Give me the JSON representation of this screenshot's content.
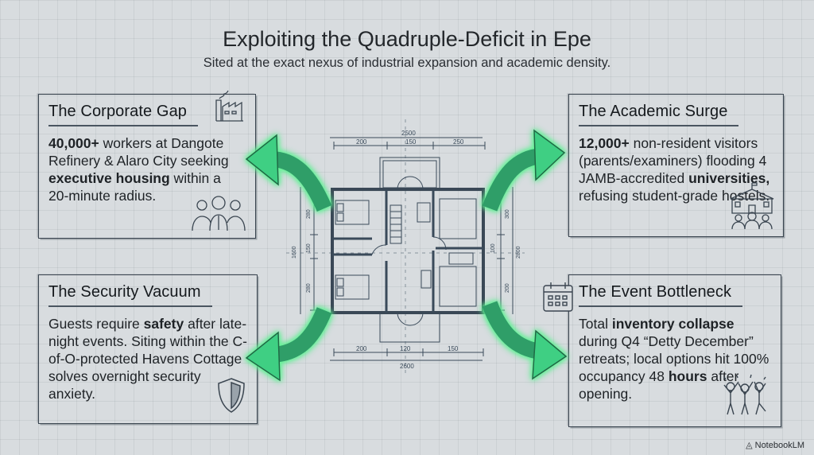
{
  "header": {
    "title": "Exploiting the Quadruple-Deficit in Epe",
    "subtitle": "Sited at the exact nexus of industrial expansion and academic density."
  },
  "cards": [
    {
      "title": "The Corporate Gap",
      "icon": "factory-icon",
      "icon2": "business-people-icon",
      "body": [
        {
          "t": "40,000+",
          "b": true
        },
        {
          "t": " workers at Dangote Refinery & Alaro City seeking ",
          "b": false
        },
        {
          "t": "executive housing",
          "b": true
        },
        {
          "t": " within a 20-minute radius.",
          "b": false
        }
      ]
    },
    {
      "title": "The Academic Surge",
      "icon": "university-building-icon",
      "body": [
        {
          "t": "12,000+",
          "b": true
        },
        {
          "t": " non-resident visitors (parents/examiners) flooding 4 JAMB-accredited ",
          "b": false
        },
        {
          "t": "universities,",
          "b": true
        },
        {
          "t": " refusing student-grade hostels.",
          "b": false
        }
      ]
    },
    {
      "title": "The Security Vacuum",
      "icon": "shield-icon",
      "body": [
        {
          "t": "Guests require ",
          "b": false
        },
        {
          "t": "safety",
          "b": true
        },
        {
          "t": " after late-night events. Siting within the C-of-O-protected Havens Cottage solves overnight security anxiety.",
          "b": false
        }
      ]
    },
    {
      "title": "The Event Bottleneck",
      "icon": "calendar-icon",
      "icon2": "celebrating-people-icon",
      "body": [
        {
          "t": "Total ",
          "b": false
        },
        {
          "t": "inventory collapse",
          "b": true
        },
        {
          "t": " during Q4 “Detty December” retreats; local options hit 100% occupancy 48 ",
          "b": false
        },
        {
          "t": "hours",
          "b": true
        },
        {
          "t": " after opening.",
          "b": false
        }
      ]
    }
  ],
  "floor_plan": {
    "top_total": "2500",
    "top_dims": [
      "200",
      "150",
      "250"
    ],
    "bottom_dims": [
      "200",
      "120",
      "150"
    ],
    "bottom_total": "2600",
    "left_total": "1600",
    "left_dims": [
      "280",
      "150",
      "280"
    ],
    "right_total": "2800",
    "right_dims": [
      "300",
      "100",
      "200"
    ]
  },
  "colors": {
    "accent_green": "#3fcf83",
    "ink": "#2f3b47",
    "background": "#d8dcdf"
  },
  "brand": "NotebookLM"
}
